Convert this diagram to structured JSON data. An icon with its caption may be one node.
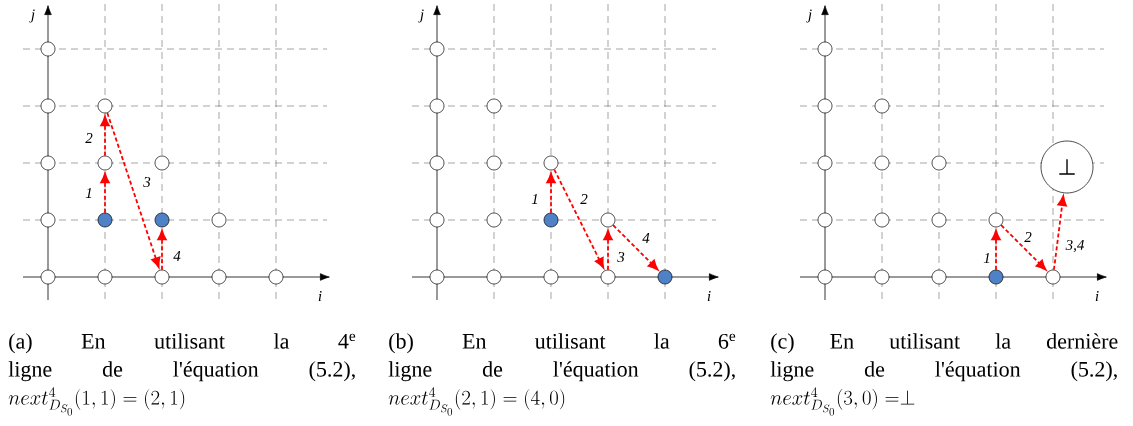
{
  "diagram": {
    "nodes": [
      {
        "text": [],
        "shape": "circle"
      },
      {
        "text": [],
        "shape": "circle"
      },
      {
        "text": [],
        "shape": "circle"
      },
      {
        "text": [],
        "shape": "circle"
      },
      {
        "text": [],
        "shape": "circle"
      },
      {
        "text": [],
        "shape": "circle"
      },
      {
        "text": [],
        "shape": "circle"
      },
      {
        "text": [],
        "shape": "circle"
      },
      {
        "text": [],
        "shape": "circle"
      },
      {
        "text": [],
        "shape": "circle"
      },
      {
        "text": [],
        "shape": "circle"
      },
      {
        "text": [],
        "shape": "circle"
      },
      {
        "text": [],
        "shape": "circle"
      },
      {
        "text": [],
        "shape": "circle"
      },
      {
        "text": [],
        "shape": "circle"
      },
      {
        "text": [],
        "shape": "circle"
      },
      {
        "text": [],
        "shape": "circle"
      },
      {
        "text": [],
        "shape": "circle"
      },
      {
        "text": [],
        "shape": "circle"
      },
      {
        "text": [],
        "shape": "circle"
      },
      {
        "text": [],
        "shape": "circle"
      },
      {
        "text": [],
        "shape": "circle"
      },
      {
        "text": [],
        "shape": "circle"
      },
      {
        "text": [],
        "shape": "circle"
      },
      {
        "text": [],
        "shape": "circle"
      },
      {
        "text": [],
        "shape": "circle"
      },
      {
        "text": [],
        "shape": "circle"
      },
      {
        "text": [],
        "shape": "circle"
      },
      {
        "text": [],
        "shape": "circle"
      },
      {
        "text": [],
        "shape": "circle"
      },
      {
        "text": [],
        "shape": "circle"
      },
      {
        "text": [],
        "shape": "circle"
      },
      {
        "text": [],
        "shape": "circle"
      },
      {
        "text": [],
        "shape": "circle"
      },
      {
        "text": [],
        "shape": "circle"
      },
      {
        "text": [],
        "shape": "circle"
      },
      {
        "text": [
          "⊥"
        ]
      },
      {
        "text": [],
        "shape": "circle"
      },
      {
        "text": [],
        "shape": "circle"
      },
      {
        "text": [],
        "shape": "circle"
      },
      {
        "text": [],
        "shape": "circle"
      },
      {
        "text": [],
        "shape": "circle"
      },
      {
        "text": [],
        "shape": "circle"
      },
      {
        "text": [],
        "shape": "circle"
      },
      {
        "text": [],
        "shape": "circle"
      },
      {
        "text": [],
        "shape": "circle"
      }
    ],
    "edges": [
      {
        "from": 7,
        "to": 4,
        "arrow": "to",
        "label": "1"
      },
      {
        "from": 4,
        "to": 2,
        "arrow": "to",
        "label": "2"
      },
      {
        "from": 2,
        "to": 12,
        "arrow": "to",
        "label": "3"
      },
      {
        "from": 12,
        "to": 8,
        "arrow": "to",
        "label": "4"
      },
      {
        "from": 23,
        "to": 20,
        "arrow": "to",
        "label": "1"
      },
      {
        "from": 20,
        "to": 28,
        "arrow": "to",
        "label": "2"
      },
      {
        "from": 28,
        "to": 24,
        "arrow": "to",
        "label": "3"
      },
      {
        "from": 24,
        "to": 29,
        "arrow": "to",
        "label": "4"
      },
      {
        "from": 44,
        "to": 40,
        "arrow": "to",
        "label": "1"
      },
      {
        "from": 40,
        "to": 45,
        "arrow": "to",
        "label": "2"
      },
      {
        "from": 45,
        "to": 36,
        "arrow": "to",
        "label": "3,4"
      }
    ],
    "labels": [
      "j",
      "i",
      "j",
      "i",
      "j",
      "i",
      "(a) En utilisant la 4$^{e}$ ligne de l'équation (5.2),",
      "next^{4}_{D_{S_0}}(1,1) = (2,1)",
      "(b) En utilisant la 6$^{e}$ ligne de l'équation (5.2),",
      "next^{4}_{D_{S_0}}(2,1) = (4,0)",
      "(c) En utilisant la dernière ligne de l'équation (5.2),",
      "next^{4}_{D_{S_0}}(3,0) = \\perp"
    ]
  }
}
